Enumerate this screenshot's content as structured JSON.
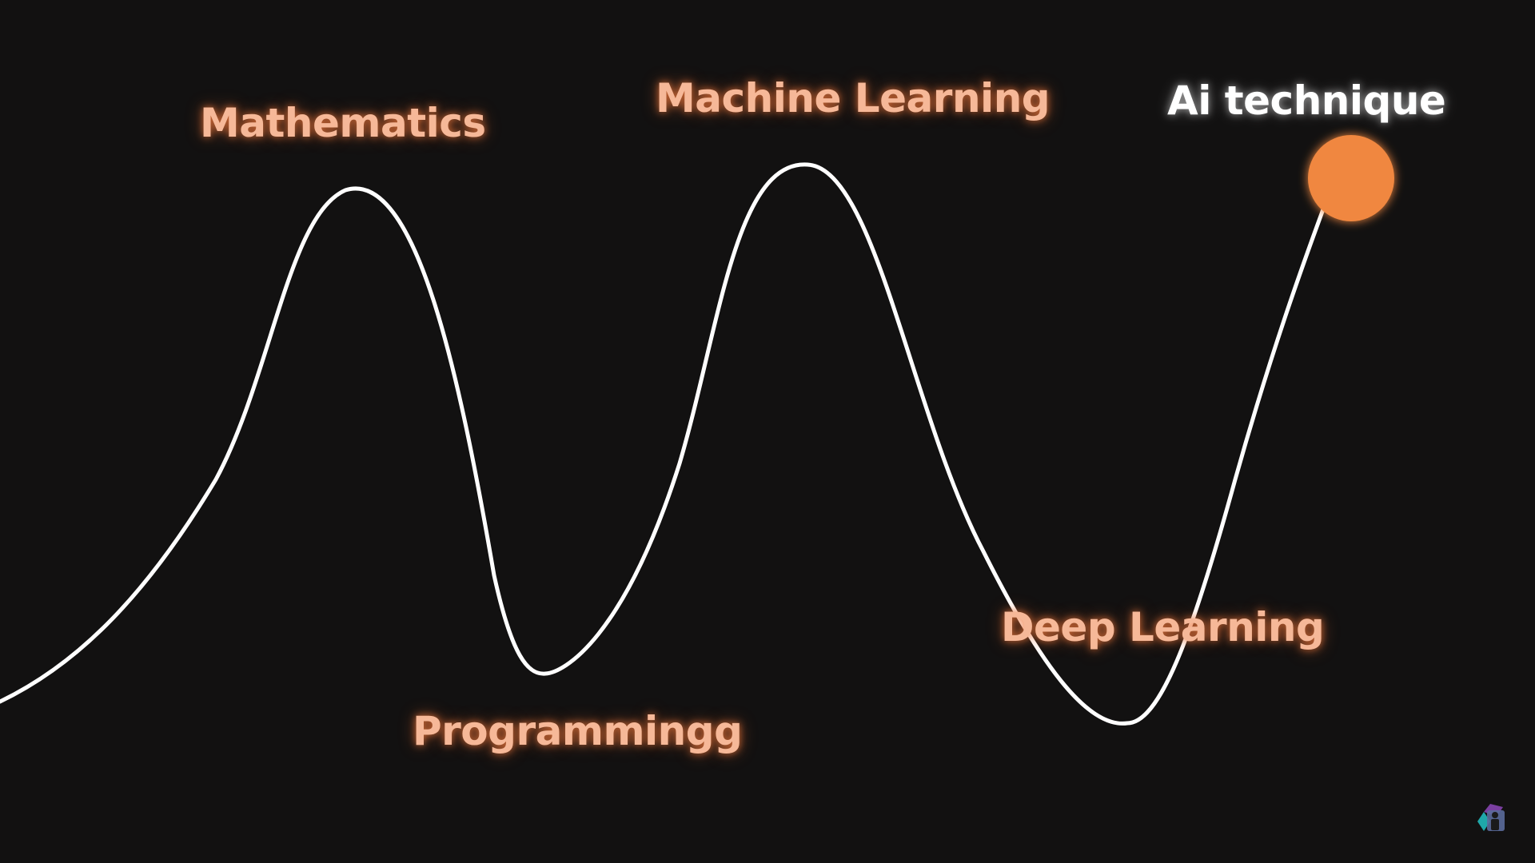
{
  "labels": {
    "mathematics": "Mathematics",
    "programming": "Programmingg",
    "machine_learning": "Machine Learning",
    "deep_learning": "Deep Learning",
    "ai_technique": "Ai technique"
  },
  "colors": {
    "background": "#121111",
    "curve": "#FFFFFF",
    "label_peach": "#F6B898",
    "endpoint_dot": "#F0873F"
  },
  "icons": {
    "endpoint": "orange-dot-icon",
    "corner_logo": "channel-logo-icon"
  }
}
